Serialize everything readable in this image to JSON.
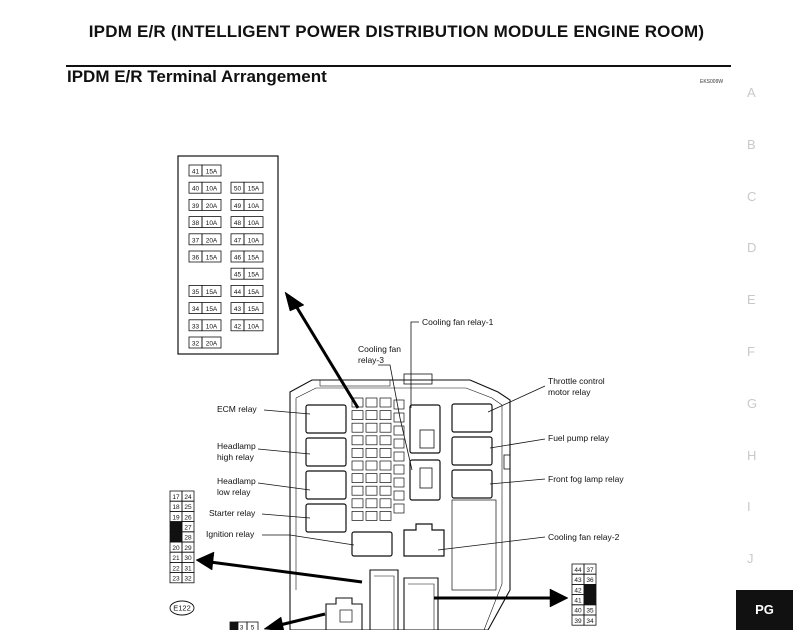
{
  "header": {
    "title": "IPDM E/R (INTELLIGENT POWER DISTRIBUTION MODULE ENGINE ROOM)"
  },
  "section": {
    "title": "IPDM E/R Terminal Arrangement",
    "figure_code": "EKS009W"
  },
  "side_index": [
    "A",
    "B",
    "C",
    "D",
    "E",
    "F",
    "G",
    "H",
    "I",
    "J"
  ],
  "page_tab": "PG",
  "fuse_table": [
    [
      {
        "no": "41",
        "amp": "15A"
      },
      null
    ],
    [
      {
        "no": "40",
        "amp": "10A"
      },
      {
        "no": "50",
        "amp": "15A"
      }
    ],
    [
      {
        "no": "39",
        "amp": "20A"
      },
      {
        "no": "49",
        "amp": "10A"
      }
    ],
    [
      {
        "no": "38",
        "amp": "10A"
      },
      {
        "no": "48",
        "amp": "10A"
      }
    ],
    [
      {
        "no": "37",
        "amp": "20A"
      },
      {
        "no": "47",
        "amp": "10A"
      }
    ],
    [
      {
        "no": "36",
        "amp": "15A"
      },
      {
        "no": "46",
        "amp": "15A"
      }
    ],
    [
      null,
      {
        "no": "45",
        "amp": "15A"
      }
    ],
    [
      {
        "no": "35",
        "amp": "15A"
      },
      {
        "no": "44",
        "amp": "15A"
      }
    ],
    [
      {
        "no": "34",
        "amp": "15A"
      },
      {
        "no": "43",
        "amp": "15A"
      }
    ],
    [
      {
        "no": "33",
        "amp": "10A"
      },
      {
        "no": "42",
        "amp": "10A"
      }
    ],
    [
      {
        "no": "32",
        "amp": "20A"
      },
      null
    ]
  ],
  "labels": {
    "cooling_fan_relay_1": "Cooling fan relay-1",
    "cooling_fan_relay_3": [
      "Cooling fan",
      "relay-3"
    ],
    "throttle_control_motor_relay": [
      "Throttle control",
      "motor relay"
    ],
    "ecm_relay": "ECM relay",
    "headlamp_high_relay": [
      "Headlamp",
      "high relay"
    ],
    "headlamp_low_relay": [
      "Headlamp",
      "low relay"
    ],
    "starter_relay": "Starter relay",
    "ignition_relay": "Ignition relay",
    "fuel_pump_relay": "Fuel pump relay",
    "front_fog_lamp_relay": "Front fog lamp relay",
    "cooling_fan_relay_2": "Cooling fan relay-2"
  },
  "left_connector": {
    "rows": [
      [
        "17",
        "24"
      ],
      [
        "18",
        "25"
      ],
      [
        "19",
        "26"
      ],
      [
        "",
        "27"
      ],
      [
        "",
        "28"
      ],
      [
        "20",
        "29"
      ],
      [
        "21",
        "30"
      ],
      [
        "22",
        "31"
      ],
      [
        "23",
        "32"
      ]
    ],
    "id": "E122"
  },
  "right_connector": {
    "rows": [
      [
        "44",
        "37"
      ],
      [
        "43",
        "36"
      ],
      [
        "42",
        ""
      ],
      [
        "41",
        ""
      ],
      [
        "40",
        "35"
      ],
      [
        "39",
        "34"
      ]
    ]
  },
  "bottom_connector": {
    "pins": [
      "3",
      "5"
    ]
  }
}
